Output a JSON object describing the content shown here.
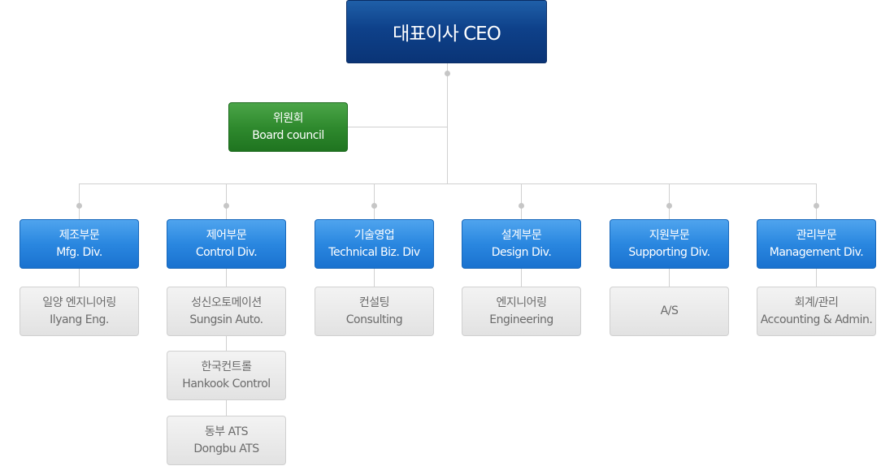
{
  "ceo": {
    "label": "대표이사 CEO"
  },
  "board": {
    "label_ko": "위원회",
    "label_en": "Board council"
  },
  "divisions": [
    {
      "label_ko": "제조부문",
      "label_en": "Mfg. Div.",
      "children": [
        {
          "label_ko": "일양 엔지니어링",
          "label_en": "Ilyang Eng."
        }
      ]
    },
    {
      "label_ko": "제어부문",
      "label_en": "Control Div.",
      "children": [
        {
          "label_ko": "성신오토메이션",
          "label_en": "Sungsin Auto."
        },
        {
          "label_ko": "한국컨트롤",
          "label_en": "Hankook Control"
        },
        {
          "label_ko": "동부 ATS",
          "label_en": "Dongbu ATS"
        }
      ]
    },
    {
      "label_ko": "기술영업",
      "label_en": "Technical Biz. Div",
      "children": [
        {
          "label_ko": "컨설팅",
          "label_en": "Consulting"
        }
      ]
    },
    {
      "label_ko": "설계부문",
      "label_en": "Design Div.",
      "children": [
        {
          "label_ko": "엔지니어링",
          "label_en": "Engineering"
        }
      ]
    },
    {
      "label_ko": "지원부문",
      "label_en": "Supporting Div.",
      "children": [
        {
          "label_ko": "A/S",
          "label_en": ""
        }
      ]
    },
    {
      "label_ko": "관리부문",
      "label_en": "Management Div.",
      "children": [
        {
          "label_ko": "회계/관리",
          "label_en": "Accounting & Admin."
        }
      ]
    }
  ],
  "colors": {
    "ceo": "#0e418a",
    "board": "#2f8a2e",
    "division": "#2a87e0",
    "sub_unit": "#e8e8e8",
    "connector": "#d0d0d0"
  }
}
